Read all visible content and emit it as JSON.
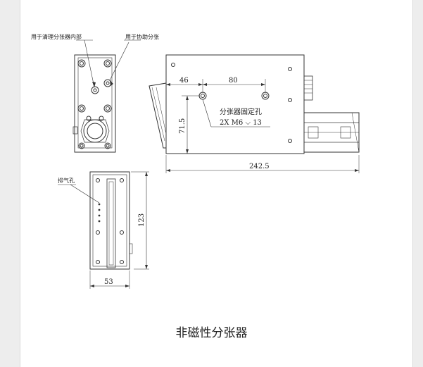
{
  "labels": {
    "inner_clean": "用于清理分张器内部",
    "assist_split": "用于协助分张",
    "exhaust_hole": "排气孔",
    "mount_hole_title": "分张器固定孔",
    "mount_hole_spec": "2X  M6  ⌵ 13"
  },
  "dimensions": {
    "d46": "46",
    "d80": "80",
    "d71_5": "71.5",
    "d242_5": "242.5",
    "d123": "123",
    "d53": "53"
  },
  "caption": "非磁性分张器",
  "colors": {
    "line": "#333333",
    "frame": "#ededed"
  }
}
